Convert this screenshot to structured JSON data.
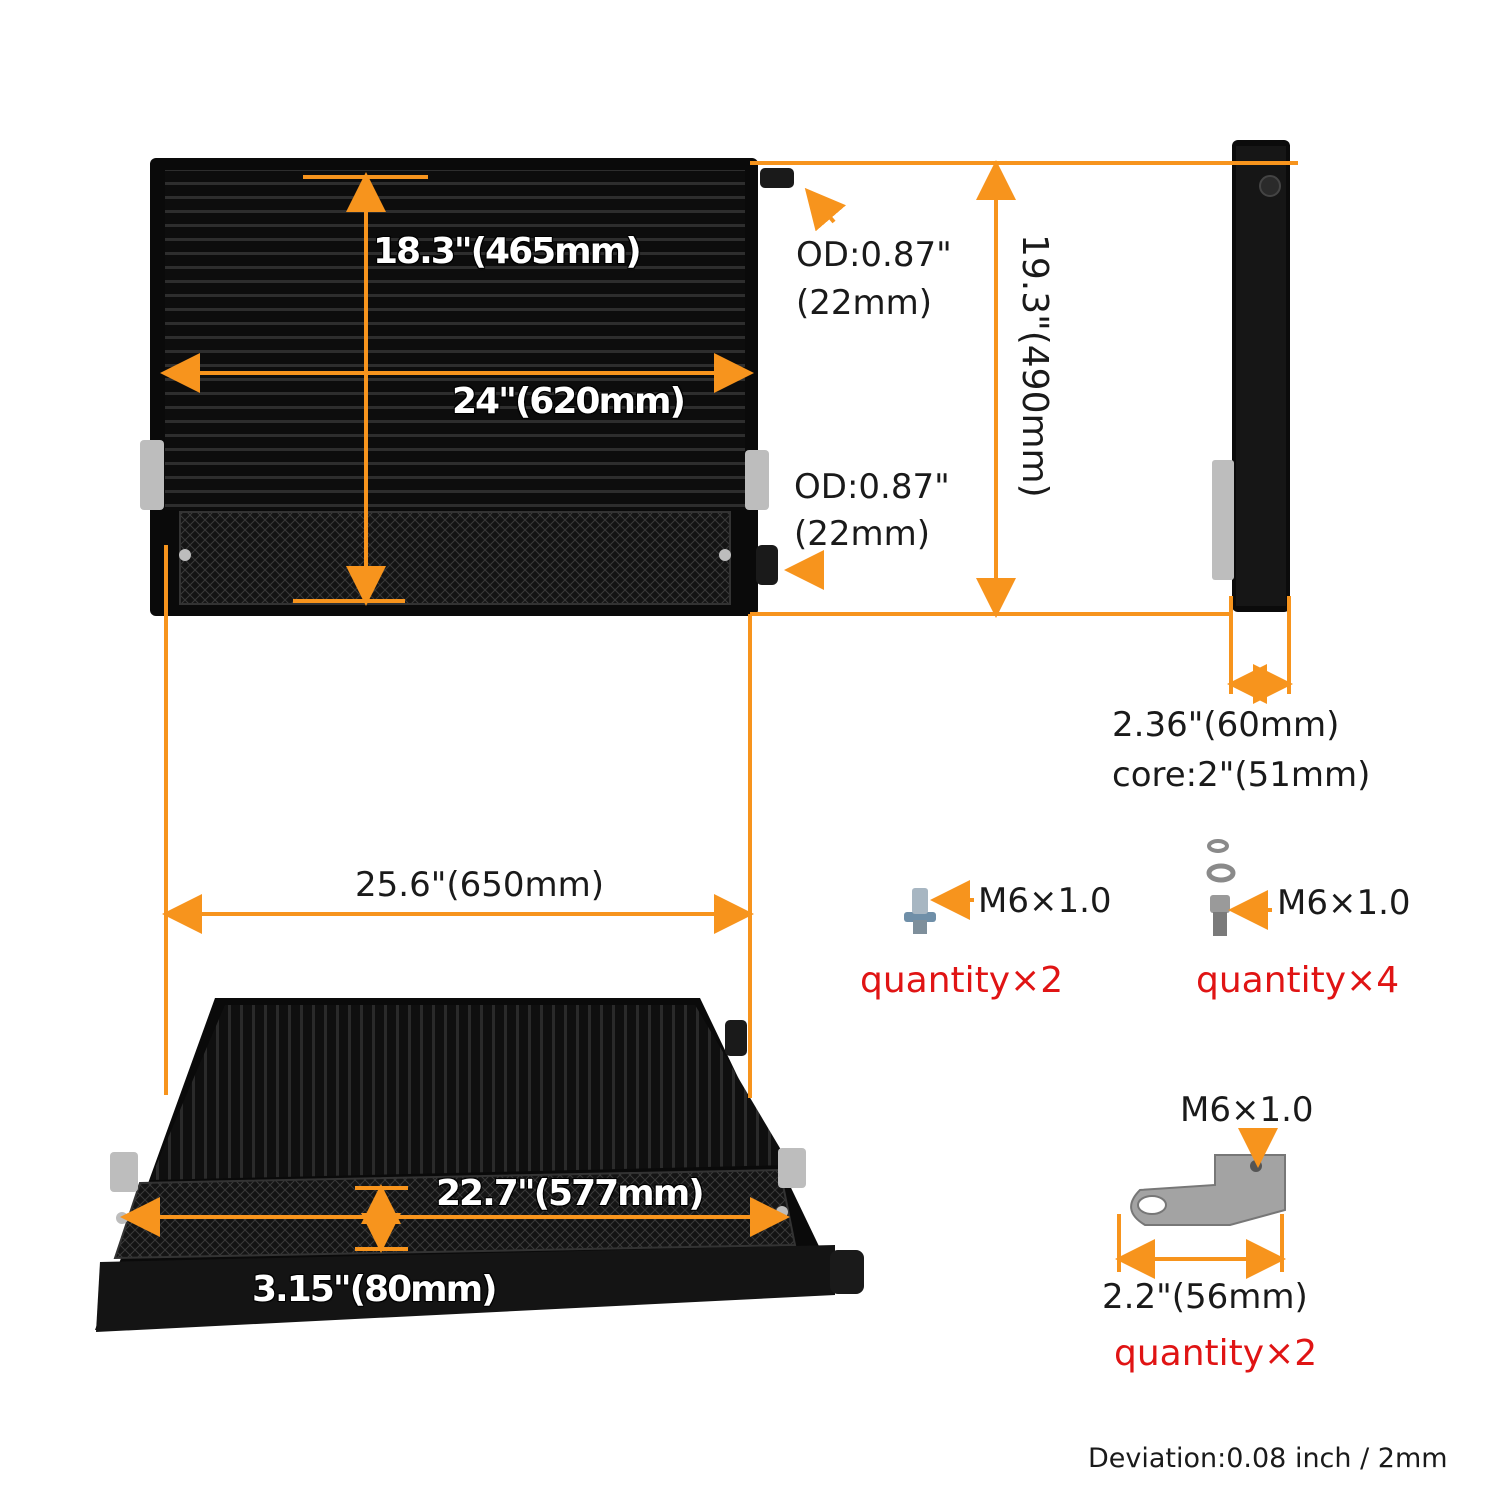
{
  "colors": {
    "accent": "#f7941d",
    "quantity_text": "#e01414",
    "product": "#111111"
  },
  "radiator_front": {
    "core_height": "18.3\"(465mm)",
    "core_width": "24\"(620mm)",
    "outlet_upper_od": "OD:0.87\"",
    "outlet_upper_mm": "(22mm)",
    "outlet_lower_od": "OD:0.87\"",
    "outlet_lower_mm": "(22mm)",
    "total_height": "19.3\"(490mm)"
  },
  "radiator_side": {
    "thickness": "2.36\"(60mm)",
    "core_thickness": "core:2\"(51mm)"
  },
  "radiator_angled": {
    "overall_width": "25.6\"(650mm)",
    "grille_width": "22.7\"(577mm)",
    "grille_height": "3.15\"(80mm)"
  },
  "hardware": {
    "bolt_flange": {
      "thread": "M6×1.0",
      "quantity": "quantity×2"
    },
    "bolt_washer": {
      "thread": "M6×1.0",
      "quantity": "quantity×4"
    },
    "bracket": {
      "thread": "M6×1.0",
      "length": "2.2\"(56mm)",
      "quantity": "quantity×2"
    }
  },
  "deviation_note": "Deviation:0.08 inch / 2mm"
}
